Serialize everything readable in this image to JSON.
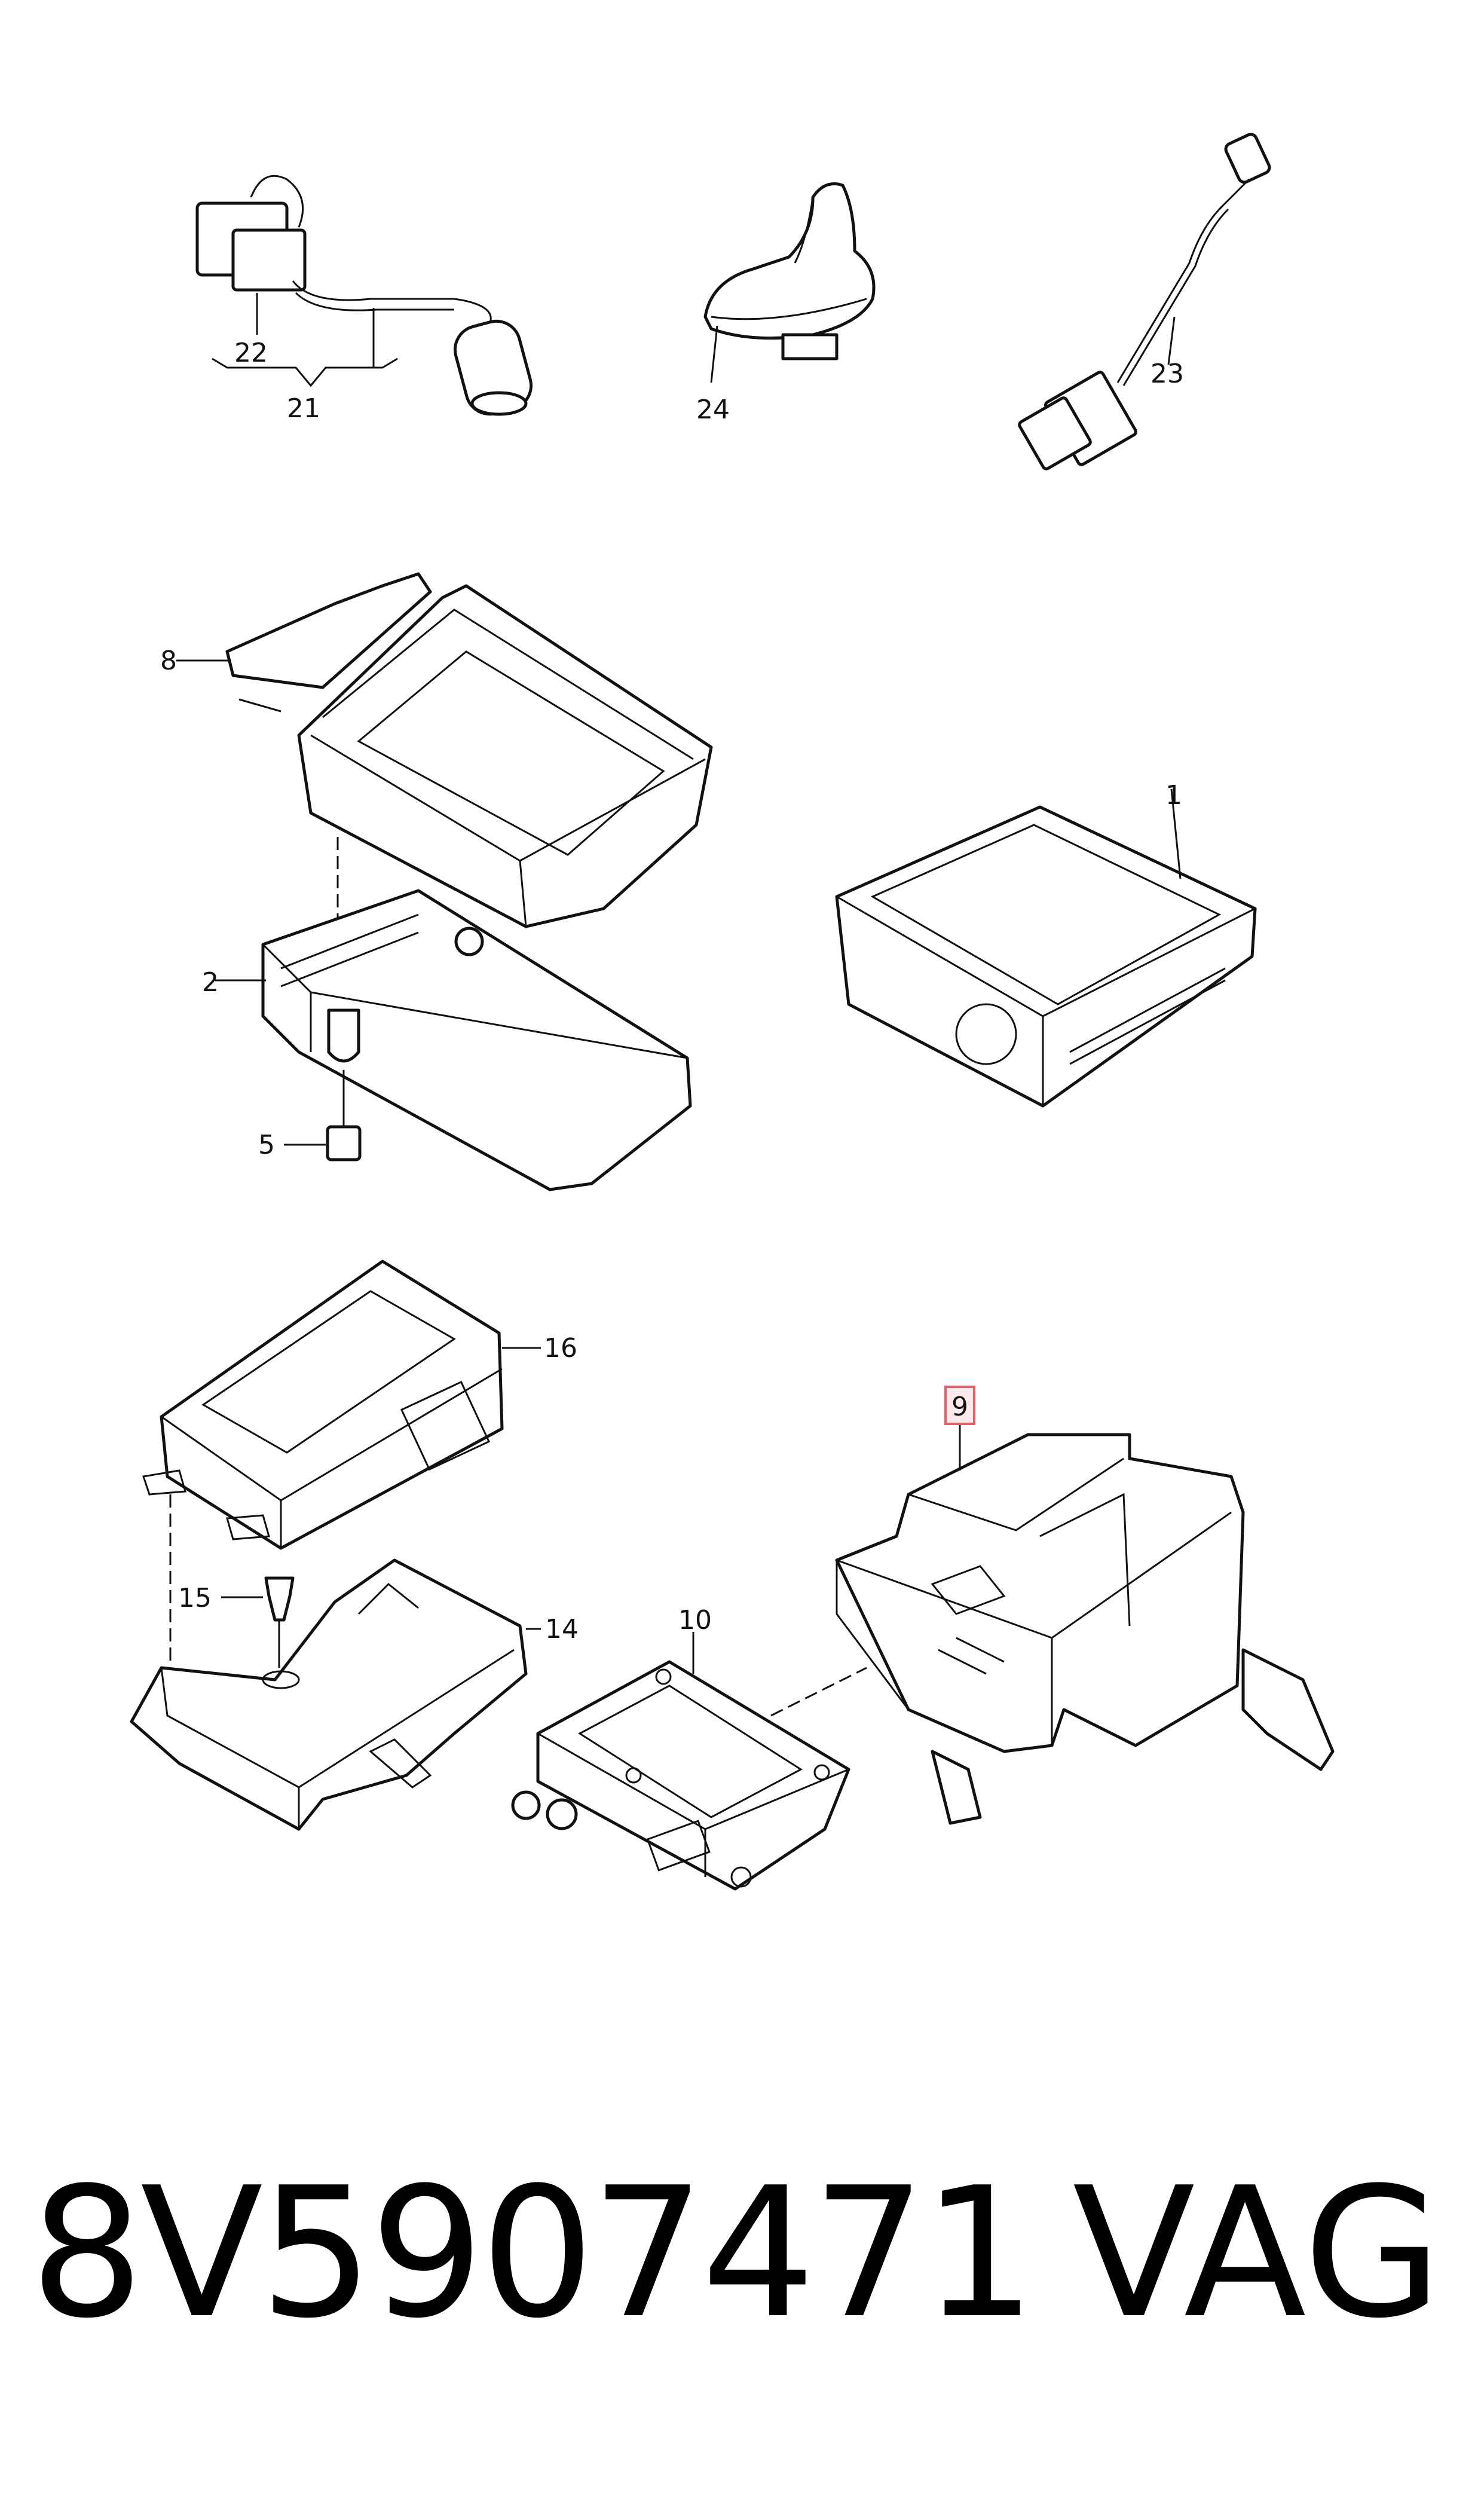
{
  "diagram": {
    "callouts": [
      "1",
      "2",
      "5",
      "8",
      "9",
      "10",
      "14",
      "15",
      "16",
      "21",
      "22",
      "23",
      "24"
    ],
    "highlighted_callout": "9",
    "colors": {
      "line": "#111111",
      "highlight_border": "#e0636c",
      "highlight_fill": "#fde9eb"
    }
  },
  "footer": {
    "part_number": "8V5907471",
    "brand": "VAG"
  }
}
